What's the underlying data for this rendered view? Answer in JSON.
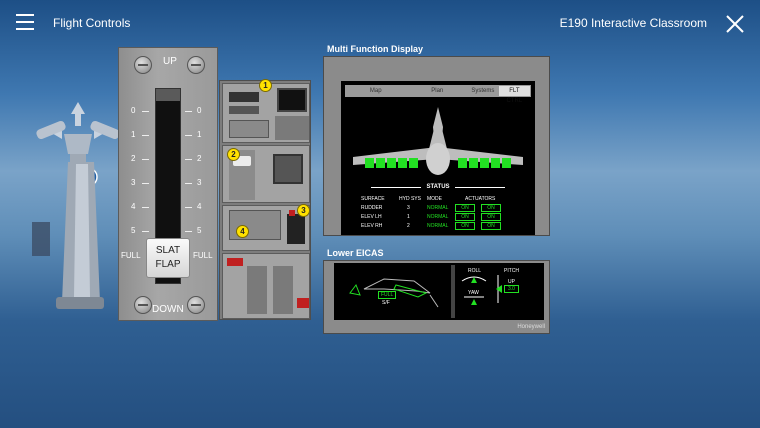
{
  "header": {
    "title": "Flight Controls",
    "course": "E190 Interactive Classroom"
  },
  "flap_panel": {
    "up_label": "UP",
    "down_label": "DOWN",
    "handle_line1": "SLAT",
    "handle_line2": "FLAP",
    "full_left": "FULL",
    "full_right": "FULL",
    "ticks": [
      "0",
      "1",
      "2",
      "3",
      "4",
      "5"
    ]
  },
  "pedestal": {
    "markers": [
      "1",
      "2",
      "3",
      "4"
    ]
  },
  "mfd": {
    "label": "Multi Function Display",
    "tabs": [
      "Map",
      "Plan",
      "Systems",
      "FLT CTRL"
    ],
    "status_title": "STATUS",
    "headers": [
      "SURFACE",
      "HYD SYS",
      "MODE",
      "ACTUATORS"
    ],
    "rows": [
      {
        "surface": "RUDDER",
        "hyd": "3",
        "mode": "NORMAL",
        "act1": "ON",
        "act2": "ON"
      },
      {
        "surface": "ELEV LH",
        "hyd": "1",
        "mode": "NORMAL",
        "act1": "ON",
        "act2": "ON"
      },
      {
        "surface": "ELEV RH",
        "hyd": "2",
        "mode": "NORMAL",
        "act1": "ON",
        "act2": "ON"
      }
    ]
  },
  "eicas": {
    "label": "Lower EICAS",
    "flap_readout": "FULL",
    "flap_sub": "S/F",
    "roll_label": "ROLL",
    "pitch_label": "PITCH",
    "up_label": "UP",
    "pitch_value": "3.0",
    "yaw_label": "YAW",
    "brand": "Honeywell"
  },
  "colors": {
    "screen_green": "#22e022",
    "marker_yellow": "#ffe100"
  }
}
